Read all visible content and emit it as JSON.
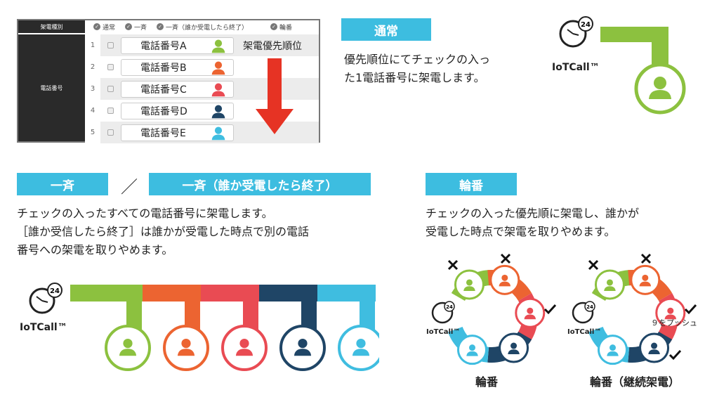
{
  "table": {
    "header_label": "架電種別",
    "options": [
      "通常",
      "一斉",
      "一斉（誰か受電したら終了）",
      "輪番"
    ],
    "side_label": "電話番号",
    "rows": [
      {
        "n": "1",
        "name": "電話番号A",
        "color": "#8cc13f"
      },
      {
        "n": "2",
        "name": "電話番号B",
        "color": "#ec6431"
      },
      {
        "n": "3",
        "name": "電話番号C",
        "color": "#e94b53"
      },
      {
        "n": "4",
        "name": "電話番号D",
        "color": "#1f4566"
      },
      {
        "n": "5",
        "name": "電話番号E",
        "color": "#3fbde0"
      }
    ],
    "priority_label": "架電優先順位"
  },
  "normal": {
    "label": "通常",
    "desc1": "優先順位にてチェックの入っ",
    "desc2": "た1電話番号に架電します。"
  },
  "logo": {
    "text": "IoTCall™",
    "badge": "24"
  },
  "simul": {
    "label1": "一斉",
    "slash": "／",
    "label2": "一斉（誰か受電したら終了）",
    "desc1": "チェックの入ったすべての電話番号に架電します。",
    "desc2": "［誰か受信したら終了］は誰かが受電した時点で別の電話",
    "desc3": "番号への架電を取りやめます。"
  },
  "rotation": {
    "label": "輪番",
    "desc1": "チェックの入った優先順に架電し、誰かが",
    "desc2": "受電した時点で架電を取りやめます。",
    "caption1": "輪番",
    "caption2": "輪番（継続架電）",
    "push_note": "９をプッシュ"
  },
  "colors": {
    "accent": "#3dbde0",
    "green": "#8cc13f",
    "orange": "#ec6431",
    "red": "#e94b53",
    "navy": "#1f4566",
    "blue": "#3fbde0"
  }
}
